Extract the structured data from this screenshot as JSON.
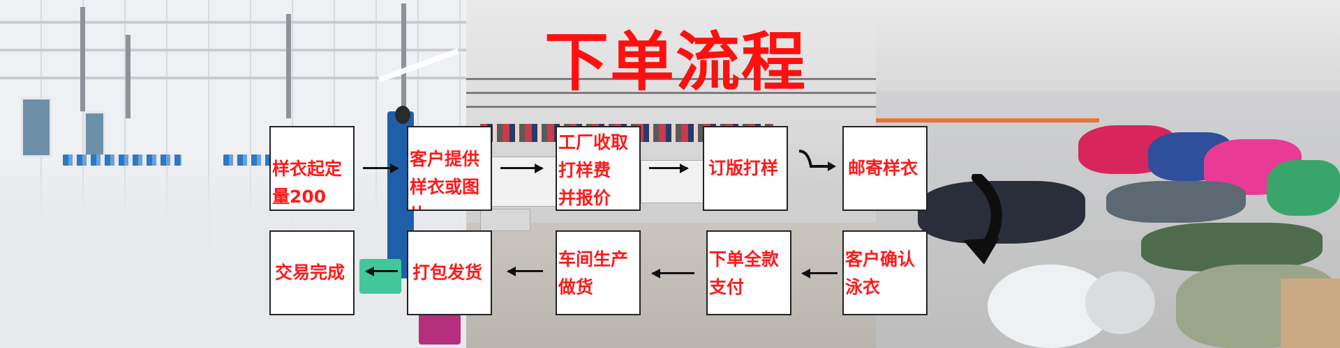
{
  "title": "下单流程",
  "steps": {
    "s1": [
      "样衣起定",
      "量200"
    ],
    "s2": [
      "客户提供",
      "样衣或图片"
    ],
    "s3": [
      "工厂收取",
      "打样费",
      "并报价"
    ],
    "s4": [
      "订版打样"
    ],
    "s5": [
      "邮寄样衣"
    ],
    "s6": [
      "客户确认",
      "泳衣"
    ],
    "s7": [
      "下单全款",
      "支付"
    ],
    "s8": [
      "车间生产",
      "做货"
    ],
    "s9": [
      "打包发货"
    ],
    "s10": [
      "交易完成"
    ]
  },
  "colors": {
    "text": "#ff1a1a",
    "title": "#ff1010",
    "box_border": "#222222"
  }
}
